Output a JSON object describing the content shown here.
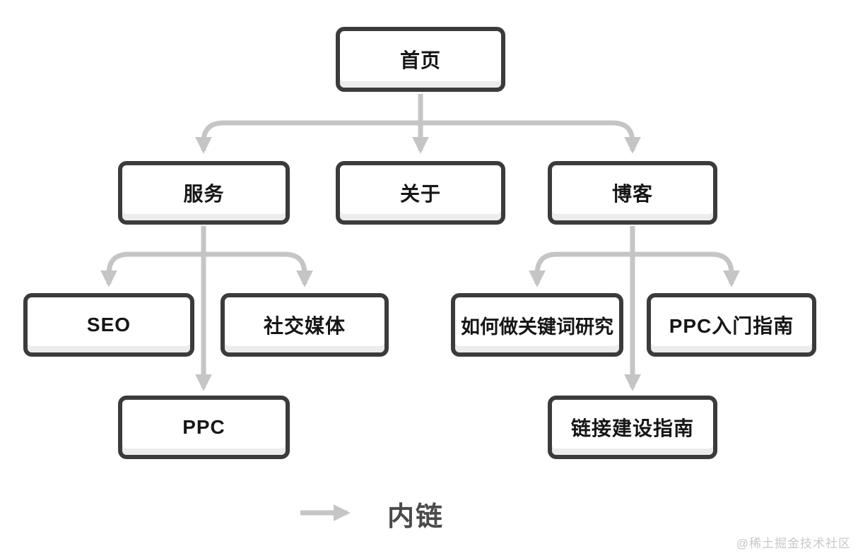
{
  "nodes": {
    "home": {
      "label": "首页"
    },
    "services": {
      "label": "服务"
    },
    "about": {
      "label": "关于"
    },
    "blog": {
      "label": "博客"
    },
    "seo": {
      "label": "SEO"
    },
    "social_media": {
      "label": "社交媒体"
    },
    "keyword_research": {
      "label": "如何做关键词研究"
    },
    "ppc_guide": {
      "label": "PPC入门指南"
    },
    "ppc": {
      "label": "PPC"
    },
    "link_building": {
      "label": "链接建设指南"
    }
  },
  "edges": [
    {
      "from": "home",
      "to": "services"
    },
    {
      "from": "home",
      "to": "about"
    },
    {
      "from": "home",
      "to": "blog"
    },
    {
      "from": "services",
      "to": "seo"
    },
    {
      "from": "services",
      "to": "social_media"
    },
    {
      "from": "services",
      "to": "ppc"
    },
    {
      "from": "blog",
      "to": "keyword_research"
    },
    {
      "from": "blog",
      "to": "ppc_guide"
    },
    {
      "from": "blog",
      "to": "link_building"
    }
  ],
  "legend": {
    "arrow_meaning": "内链"
  },
  "watermark": "@稀土掘金技术社区",
  "colors": {
    "box_border": "#3b3b3b",
    "box_fill": "#ffffff",
    "box_bottom_inset": "#ececec",
    "connector": "#c5c5c5",
    "node_text": "#161616",
    "legend_text": "#4a4a4a",
    "watermark_text": "#c9c9c9"
  }
}
